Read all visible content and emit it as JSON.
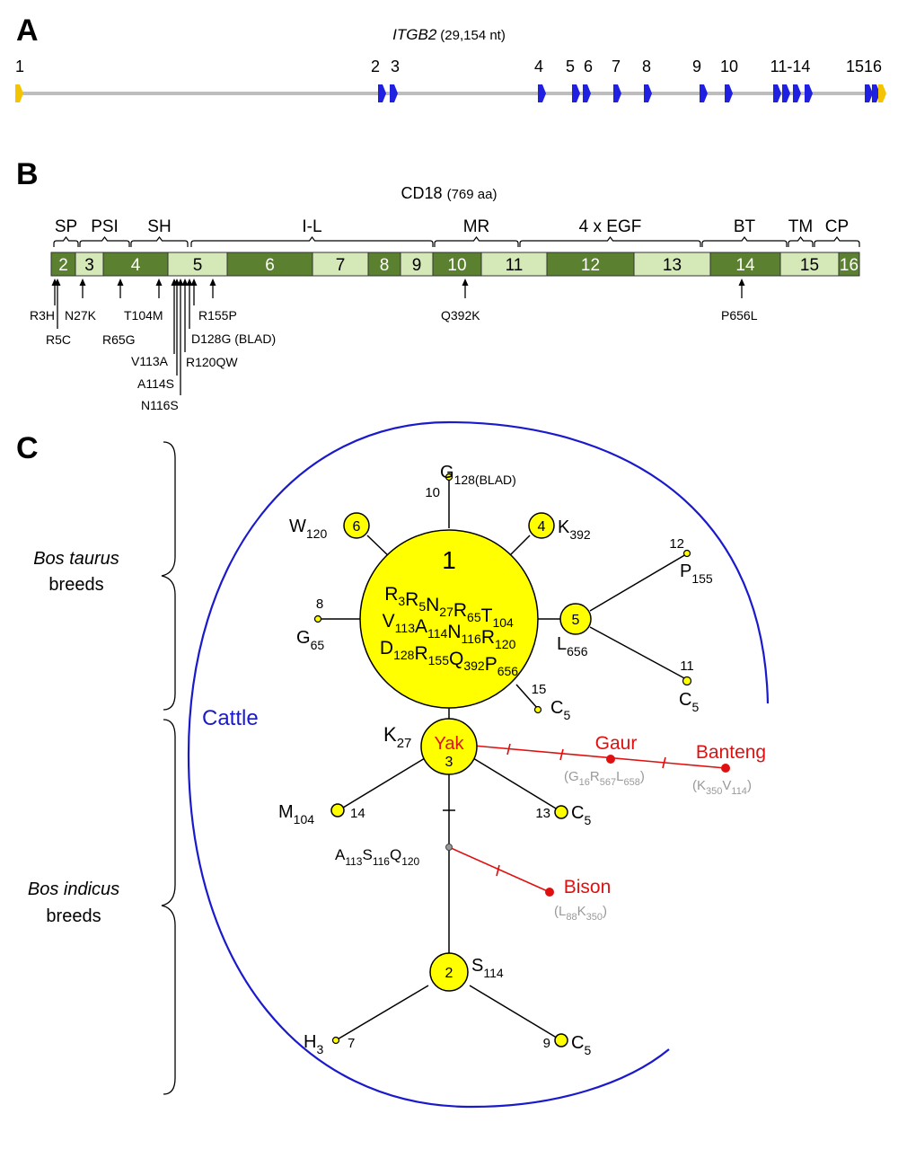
{
  "panel_a": {
    "label": "A",
    "gene_name": "ITGB2",
    "gene_length": "(29,154 nt)",
    "exon_labels": [
      "1",
      "2",
      "3",
      "4",
      "5",
      "6",
      "7",
      "8",
      "9",
      "10",
      "11-14",
      "1516"
    ],
    "colors": {
      "utr": "#f5c400",
      "coding": "#2020e0",
      "line": "#bdbdbd"
    }
  },
  "panel_b": {
    "label": "B",
    "protein_name": "CD18",
    "protein_length": "(769 aa)",
    "domains": [
      "SP",
      "PSI",
      "SH",
      "I-L",
      "MR",
      "4 x EGF",
      "BT",
      "TM",
      "CP"
    ],
    "exons": [
      "2",
      "3",
      "4",
      "5",
      "6",
      "7",
      "8",
      "9",
      "10",
      "11",
      "12",
      "13",
      "14",
      "15",
      "16"
    ],
    "mutations": [
      "R3H",
      "R5C",
      "N27K",
      "R65G",
      "T104M",
      "V113A",
      "A114S",
      "N116S",
      "R120QW",
      "D128G (BLAD)",
      "R155P",
      "Q392K",
      "P656L"
    ],
    "colors": {
      "dark": "#5a8030",
      "light": "#d4e8b8"
    }
  },
  "panel_c": {
    "label": "C",
    "brackets": [
      {
        "italic": "Bos taurus",
        "normal": "breeds"
      },
      {
        "italic": "Bos indicus",
        "normal": "breeds"
      }
    ],
    "cattle_label": "Cattle",
    "central": {
      "number": "1",
      "rows": [
        [
          [
            "R",
            "3"
          ],
          [
            "R",
            "5"
          ],
          [
            "N",
            "27"
          ],
          [
            "R",
            "65"
          ],
          [
            "T",
            "104"
          ]
        ],
        [
          [
            "V",
            "113"
          ],
          [
            "A",
            "114"
          ],
          [
            "N",
            "116"
          ],
          [
            "R",
            "120"
          ]
        ],
        [
          [
            "D",
            "128"
          ],
          [
            "R",
            "155"
          ],
          [
            "Q",
            "392"
          ],
          [
            "P",
            "656"
          ]
        ]
      ]
    },
    "haplotypes": [
      {
        "id": "10",
        "letter": "G",
        "sub": "128(BLAD)"
      },
      {
        "id": "6",
        "letter": "W",
        "sub": "120"
      },
      {
        "id": "4",
        "letter": "K",
        "sub": "392"
      },
      {
        "id": "12",
        "letter": "P",
        "sub": "155"
      },
      {
        "id": "8",
        "letter": "G",
        "sub": "65"
      },
      {
        "id": "5",
        "letter": "L",
        "sub": "656"
      },
      {
        "id": "11",
        "letter": "C",
        "sub": "5"
      },
      {
        "id": "15",
        "letter": "C",
        "sub": "5"
      },
      {
        "id": "3",
        "letter": "K",
        "sub": "27"
      },
      {
        "id": "14",
        "letter": "M",
        "sub": "104"
      },
      {
        "id": "13",
        "letter": "C",
        "sub": "5"
      },
      {
        "id": "2",
        "letter": "S",
        "sub": "114"
      },
      {
        "id": "7",
        "letter": "H",
        "sub": "3"
      },
      {
        "id": "9",
        "letter": "C",
        "sub": "5"
      }
    ],
    "inner_node": [
      [
        "A",
        "113"
      ],
      [
        "S",
        "116"
      ],
      [
        "Q",
        "120"
      ]
    ],
    "species": [
      {
        "name": "Yak"
      },
      {
        "name": "Gaur",
        "subs": [
          [
            "G",
            "16"
          ],
          [
            "R",
            "567"
          ],
          [
            "L",
            "658"
          ]
        ]
      },
      {
        "name": "Banteng",
        "subs": [
          [
            "K",
            "350"
          ],
          [
            "V",
            "114"
          ]
        ]
      },
      {
        "name": "Bison",
        "subs": [
          [
            "L",
            "88"
          ],
          [
            "K",
            "350"
          ]
        ]
      }
    ],
    "colors": {
      "node": "#ffff00",
      "species": "#e01010",
      "ellipse": "#1a1acc",
      "species_subs": "#999999"
    }
  }
}
